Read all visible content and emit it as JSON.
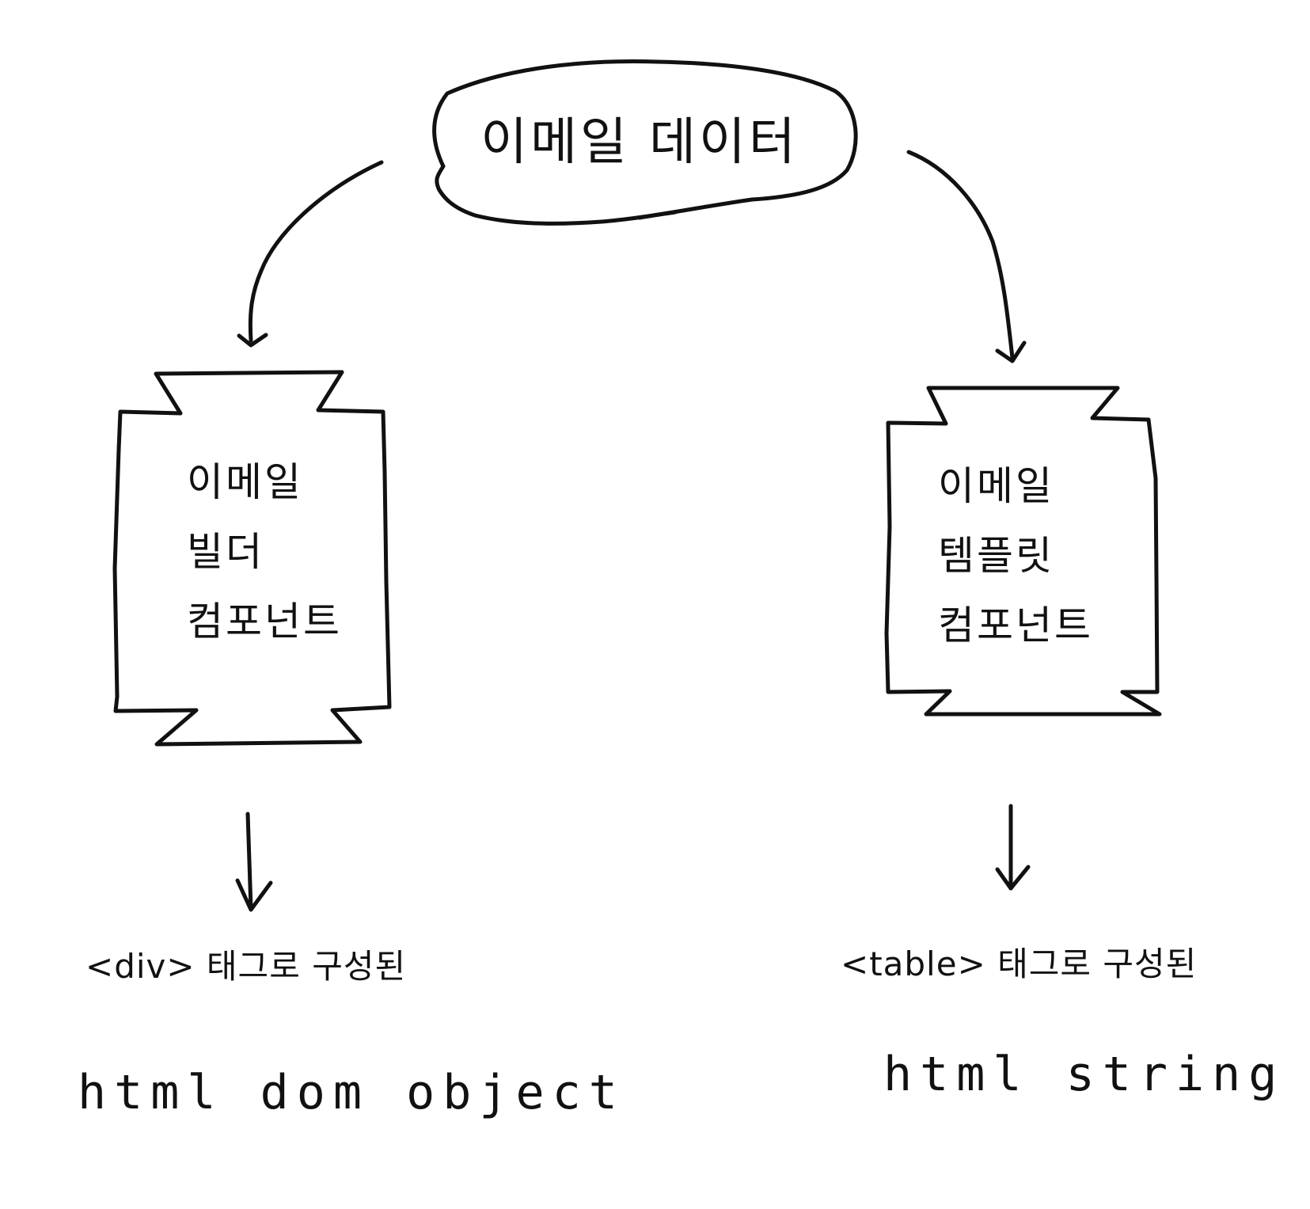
{
  "source": {
    "label": "이메일 데이터"
  },
  "branches": [
    {
      "component_lines": [
        "이메일",
        "빌더",
        "컴포넌트"
      ],
      "tag_caption": "<div> 태그로 구성된",
      "output": "html dom object"
    },
    {
      "component_lines": [
        "이메일",
        "템플릿",
        "컴포넌트"
      ],
      "tag_caption": "<table> 태그로 구성된",
      "output": "html string"
    }
  ],
  "colors": {
    "ink": "#111111",
    "background": "#ffffff"
  }
}
